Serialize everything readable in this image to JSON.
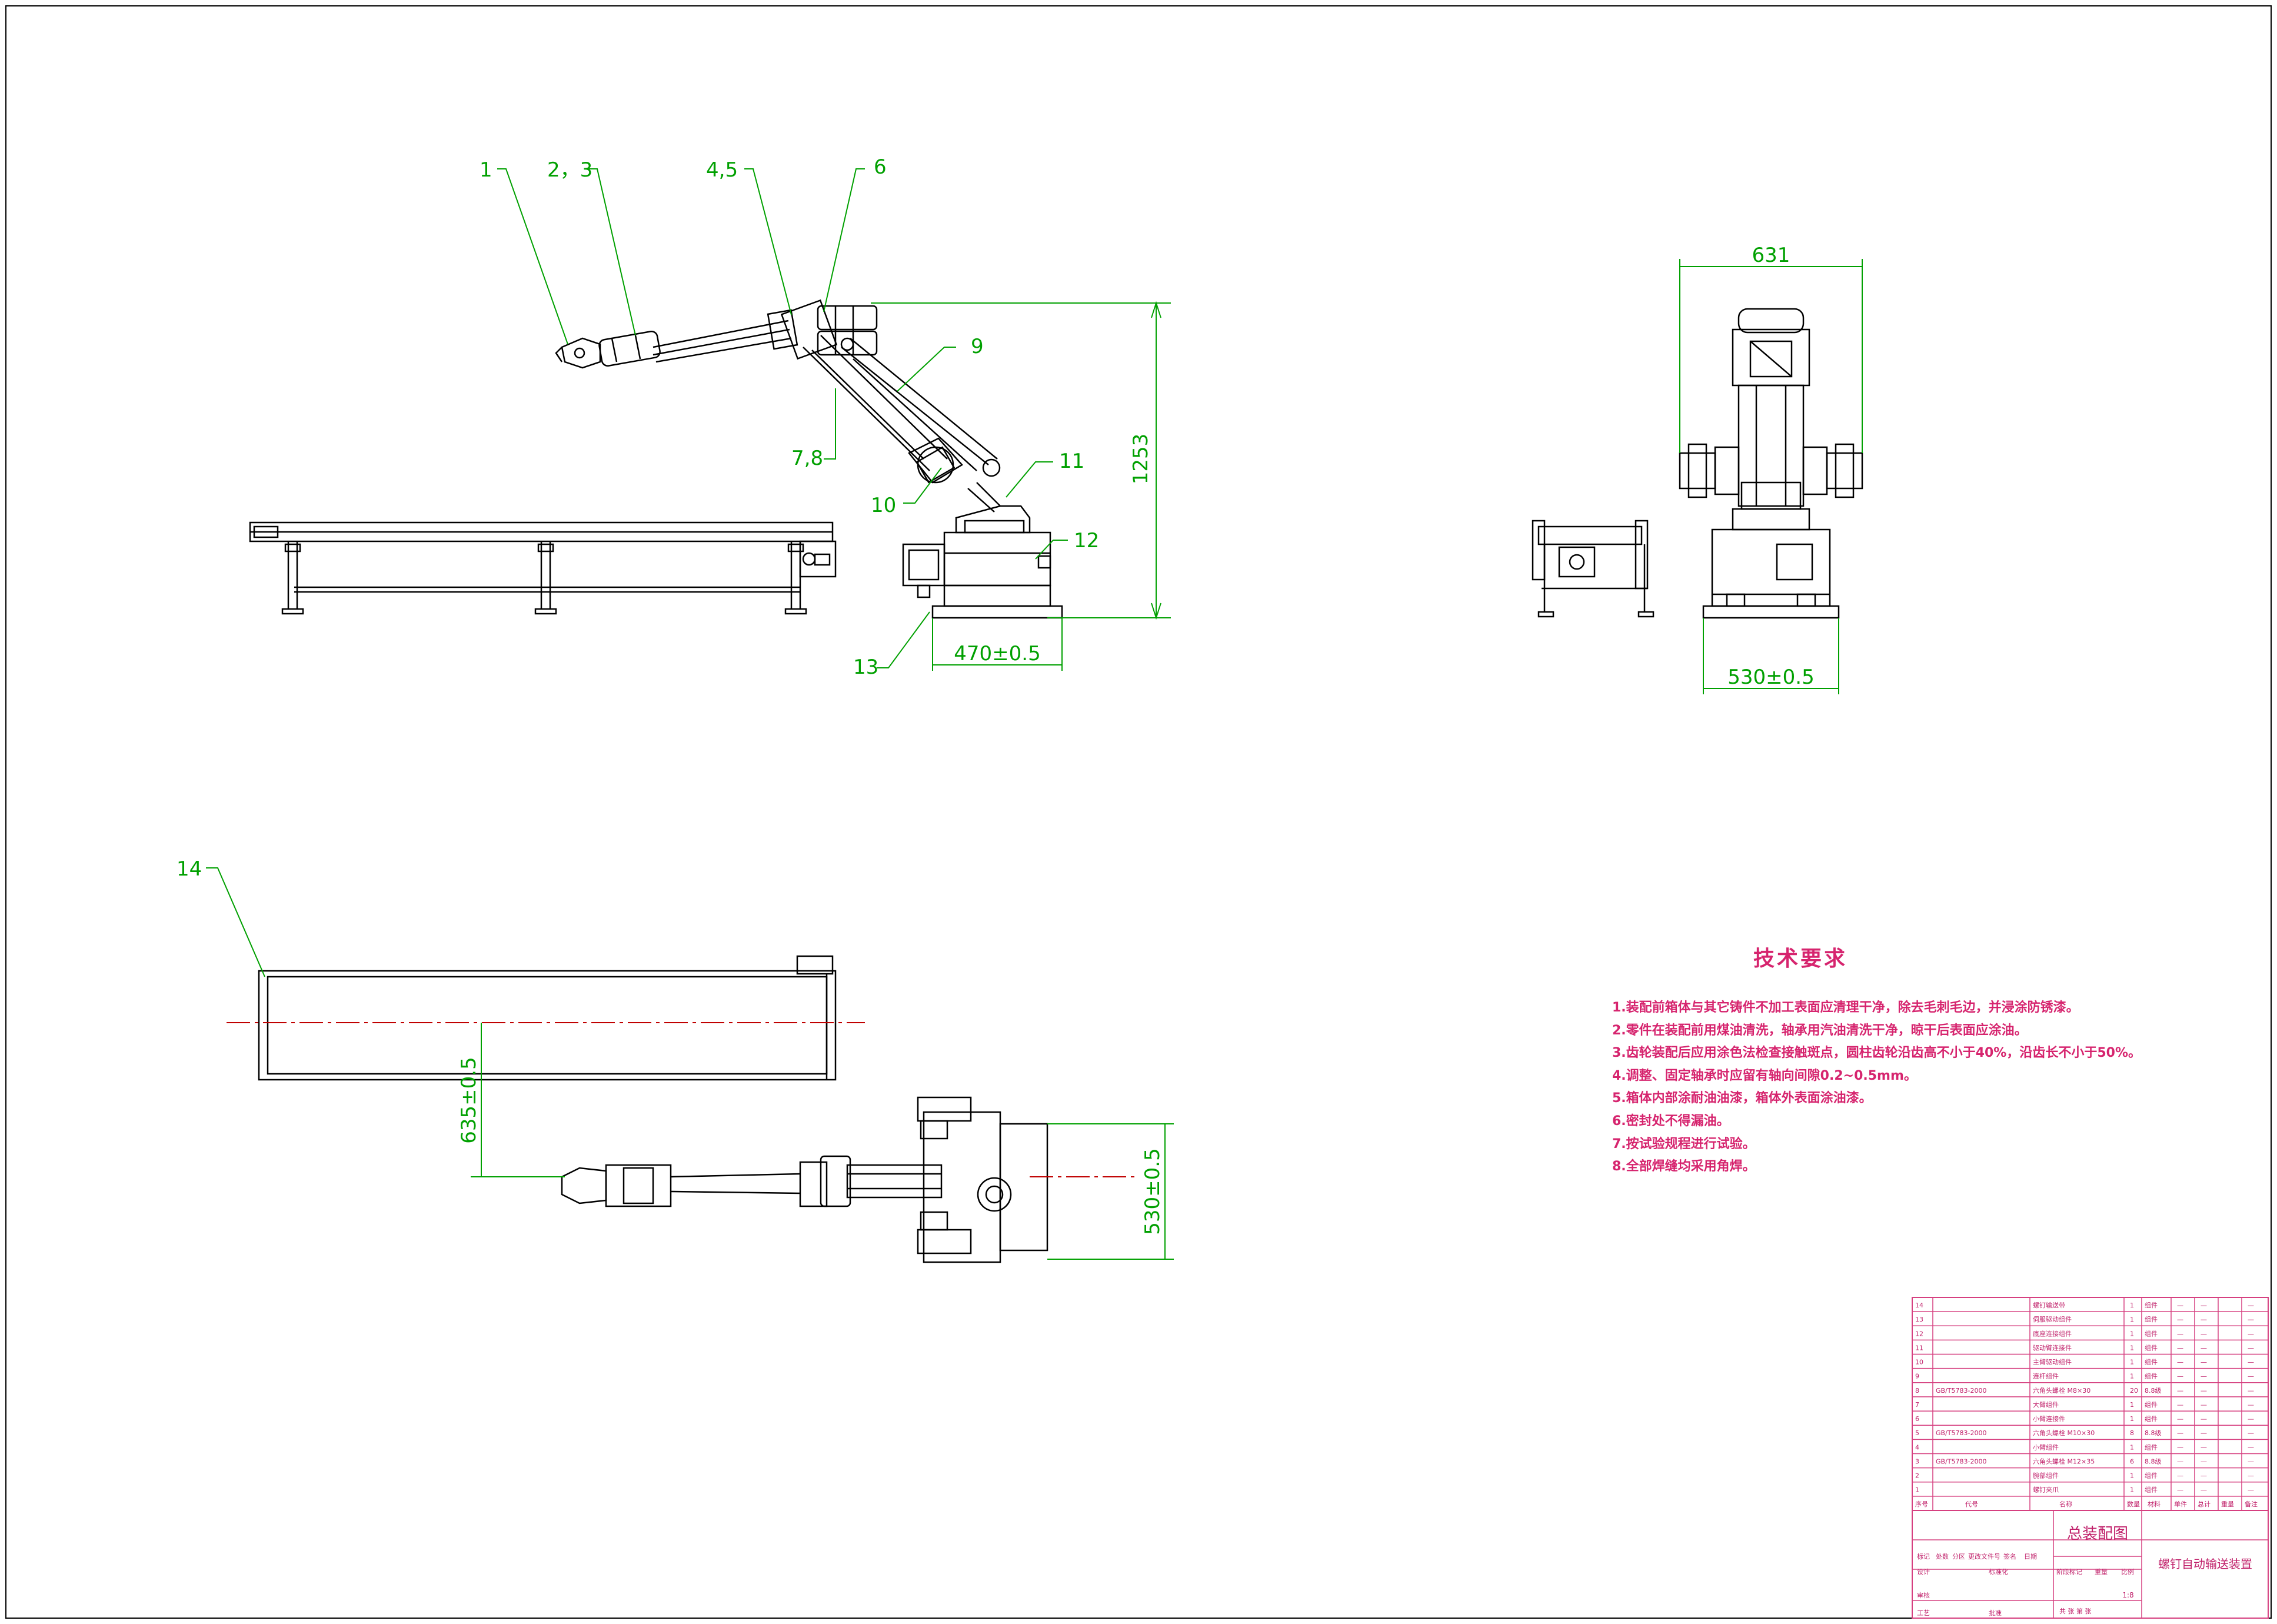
{
  "balloons": [
    {
      "id": "b1",
      "text": "1"
    },
    {
      "id": "b23",
      "text": "2，3"
    },
    {
      "id": "b45",
      "text": "4,5"
    },
    {
      "id": "b6",
      "text": "6"
    },
    {
      "id": "b9",
      "text": "9"
    },
    {
      "id": "b78",
      "text": "7,8"
    },
    {
      "id": "b10",
      "text": "10"
    },
    {
      "id": "b11",
      "text": "11"
    },
    {
      "id": "b12",
      "text": "12"
    },
    {
      "id": "b13",
      "text": "13"
    },
    {
      "id": "b14",
      "text": "14"
    }
  ],
  "dimensions": {
    "height_main": "1253",
    "base_width_front": "470±0.5",
    "side_top_width": "631",
    "side_base_width": "530±0.5",
    "plan_offset": "635±0.5",
    "plan_base": "530±0.5"
  },
  "technical_requirements": {
    "title": "技术要求",
    "items": [
      "1.装配前箱体与其它铸件不加工表面应清理干净，除去毛刺毛边，并浸涂防锈漆。",
      "2.零件在装配前用煤油清洗，轴承用汽油清洗干净，晾干后表面应涂油。",
      "3.齿轮装配后应用涂色法检查接触斑点，圆柱齿轮沿齿高不小于40%，沿齿长不小于50%。",
      "4.调整、固定轴承时应留有轴向间隙0.2~0.5mm。",
      "5.箱体内部涂耐油油漆，箱体外表面涂油漆。",
      "6.密封处不得漏油。",
      "7.按试验规程进行试验。",
      "8.全部焊缝均采用角焊。"
    ]
  },
  "bom_rows": [
    {
      "no": "14",
      "code": "",
      "name": "螺钉输送带",
      "qty": "1",
      "material": "组件"
    },
    {
      "no": "13",
      "code": "",
      "name": "伺服驱动组件",
      "qty": "1",
      "material": "组件"
    },
    {
      "no": "12",
      "code": "",
      "name": "底座连接组件",
      "qty": "1",
      "material": "组件"
    },
    {
      "no": "11",
      "code": "",
      "name": "驱动臂连接件",
      "qty": "1",
      "material": "组件"
    },
    {
      "no": "10",
      "code": "",
      "name": "主臂驱动组件",
      "qty": "1",
      "material": "组件"
    },
    {
      "no": "9",
      "code": "",
      "name": "连杆组件",
      "qty": "1",
      "material": "组件"
    },
    {
      "no": "8",
      "code": "GB/T5783-2000",
      "name": "六角头螺栓 M8×30",
      "qty": "20",
      "material": "8.8级"
    },
    {
      "no": "7",
      "code": "",
      "name": "大臂组件",
      "qty": "1",
      "material": "组件"
    },
    {
      "no": "6",
      "code": "",
      "name": "小臂连接件",
      "qty": "1",
      "material": "组件"
    },
    {
      "no": "5",
      "code": "GB/T5783-2000",
      "name": "六角头螺栓 M10×30",
      "qty": "8",
      "material": "8.8级"
    },
    {
      "no": "4",
      "code": "",
      "name": "小臂组件",
      "qty": "1",
      "material": "组件"
    },
    {
      "no": "3",
      "code": "GB/T5783-2000",
      "name": "六角头螺栓 M12×35",
      "qty": "6",
      "material": "8.8级"
    },
    {
      "no": "2",
      "code": "",
      "name": "腕部组件",
      "qty": "1",
      "material": "组件"
    },
    {
      "no": "1",
      "code": "",
      "name": "螺钉夹爪",
      "qty": "1",
      "material": "组件"
    }
  ],
  "bom_header": {
    "no": "序号",
    "code": "代号",
    "name": "名称",
    "qty": "数量",
    "material": "材料",
    "single": "单件",
    "total": "总计",
    "weight": "重量",
    "note": "备注"
  },
  "title_block": {
    "drawing_name": "总装配图",
    "project_name": "螺钉自动输送装置",
    "scale": "1:8",
    "labels": {
      "mark": "标记",
      "count": "处数",
      "zone": "分区",
      "change_doc": "更改文件号",
      "sign": "签名",
      "date": "日期",
      "design": "设计",
      "standard": "标准化",
      "stage_mark": "阶段标记",
      "weight": "重量",
      "ratio": "比例",
      "review": "审核",
      "process": "工艺",
      "approve": "批准",
      "sheets": "共 张 第 张"
    }
  },
  "colors": {
    "line": "#000000",
    "dim": "#00a000",
    "center": "#c00000",
    "text_req": "#d6246e",
    "tb_text": "#c0206a",
    "tb_line": "#d64080"
  }
}
